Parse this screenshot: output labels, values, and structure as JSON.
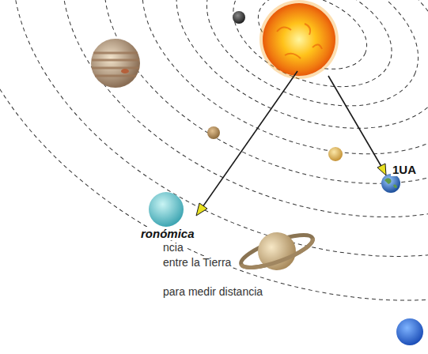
{
  "diagram": {
    "labels": [
      "1UA",
      "ronómica",
      "ncia",
      "entre la Tierra",
      "para medir distancia"
    ]
  }
}
